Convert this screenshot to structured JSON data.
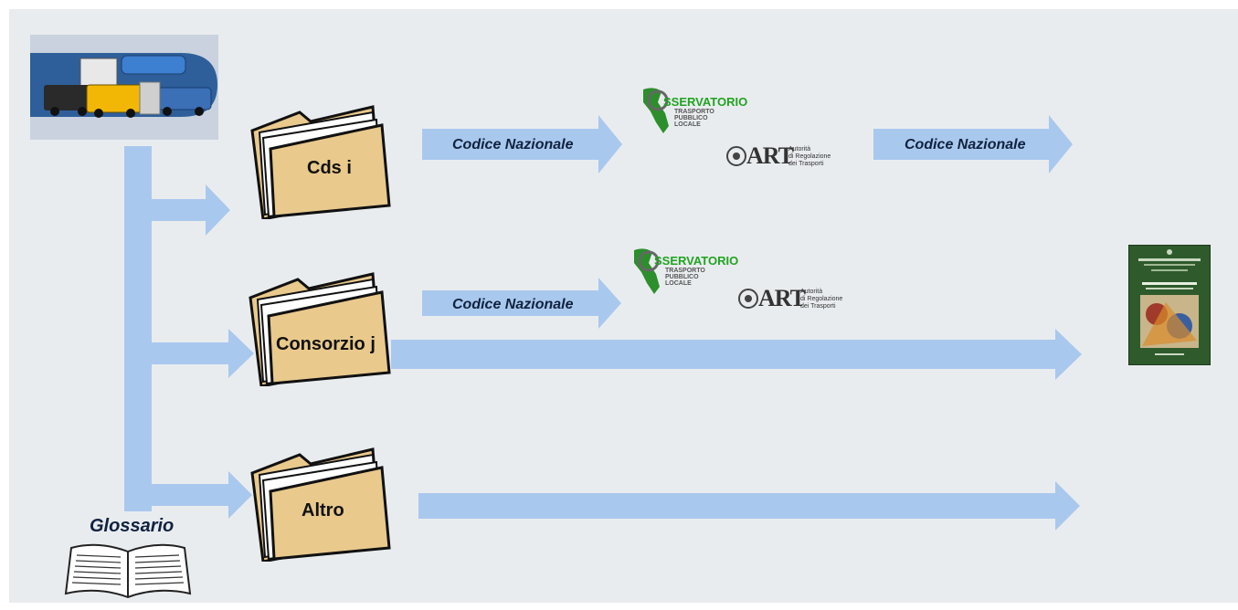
{
  "folders": {
    "cds": "Cds i",
    "consorzio": "Consorzio j",
    "altro": "Altro"
  },
  "flow_labels": {
    "row1_left": "Codice Nazionale",
    "row1_right": "Codice Nazionale",
    "row2_left": "Codice Nazionale"
  },
  "logos": {
    "osservatorio": {
      "title": "SSERVATORIO",
      "line1": "TRASPORTO",
      "line2": "PUBBLICO",
      "line3": "LOCALE"
    },
    "art": {
      "mark": "ART",
      "line1": "Autorità",
      "line2": "di Regolazione",
      "line3": "dei Trasporti"
    }
  },
  "glossary": "Glossario",
  "colors": {
    "arrow": "#a9c8ee",
    "folder": "#e9c98c",
    "background": "#e9ecef",
    "label_text": "#10223f",
    "book_cover": "#2f5a2c"
  },
  "icons": [
    "vehicles-image",
    "folder-icon",
    "book-icon",
    "report-cover-image"
  ]
}
